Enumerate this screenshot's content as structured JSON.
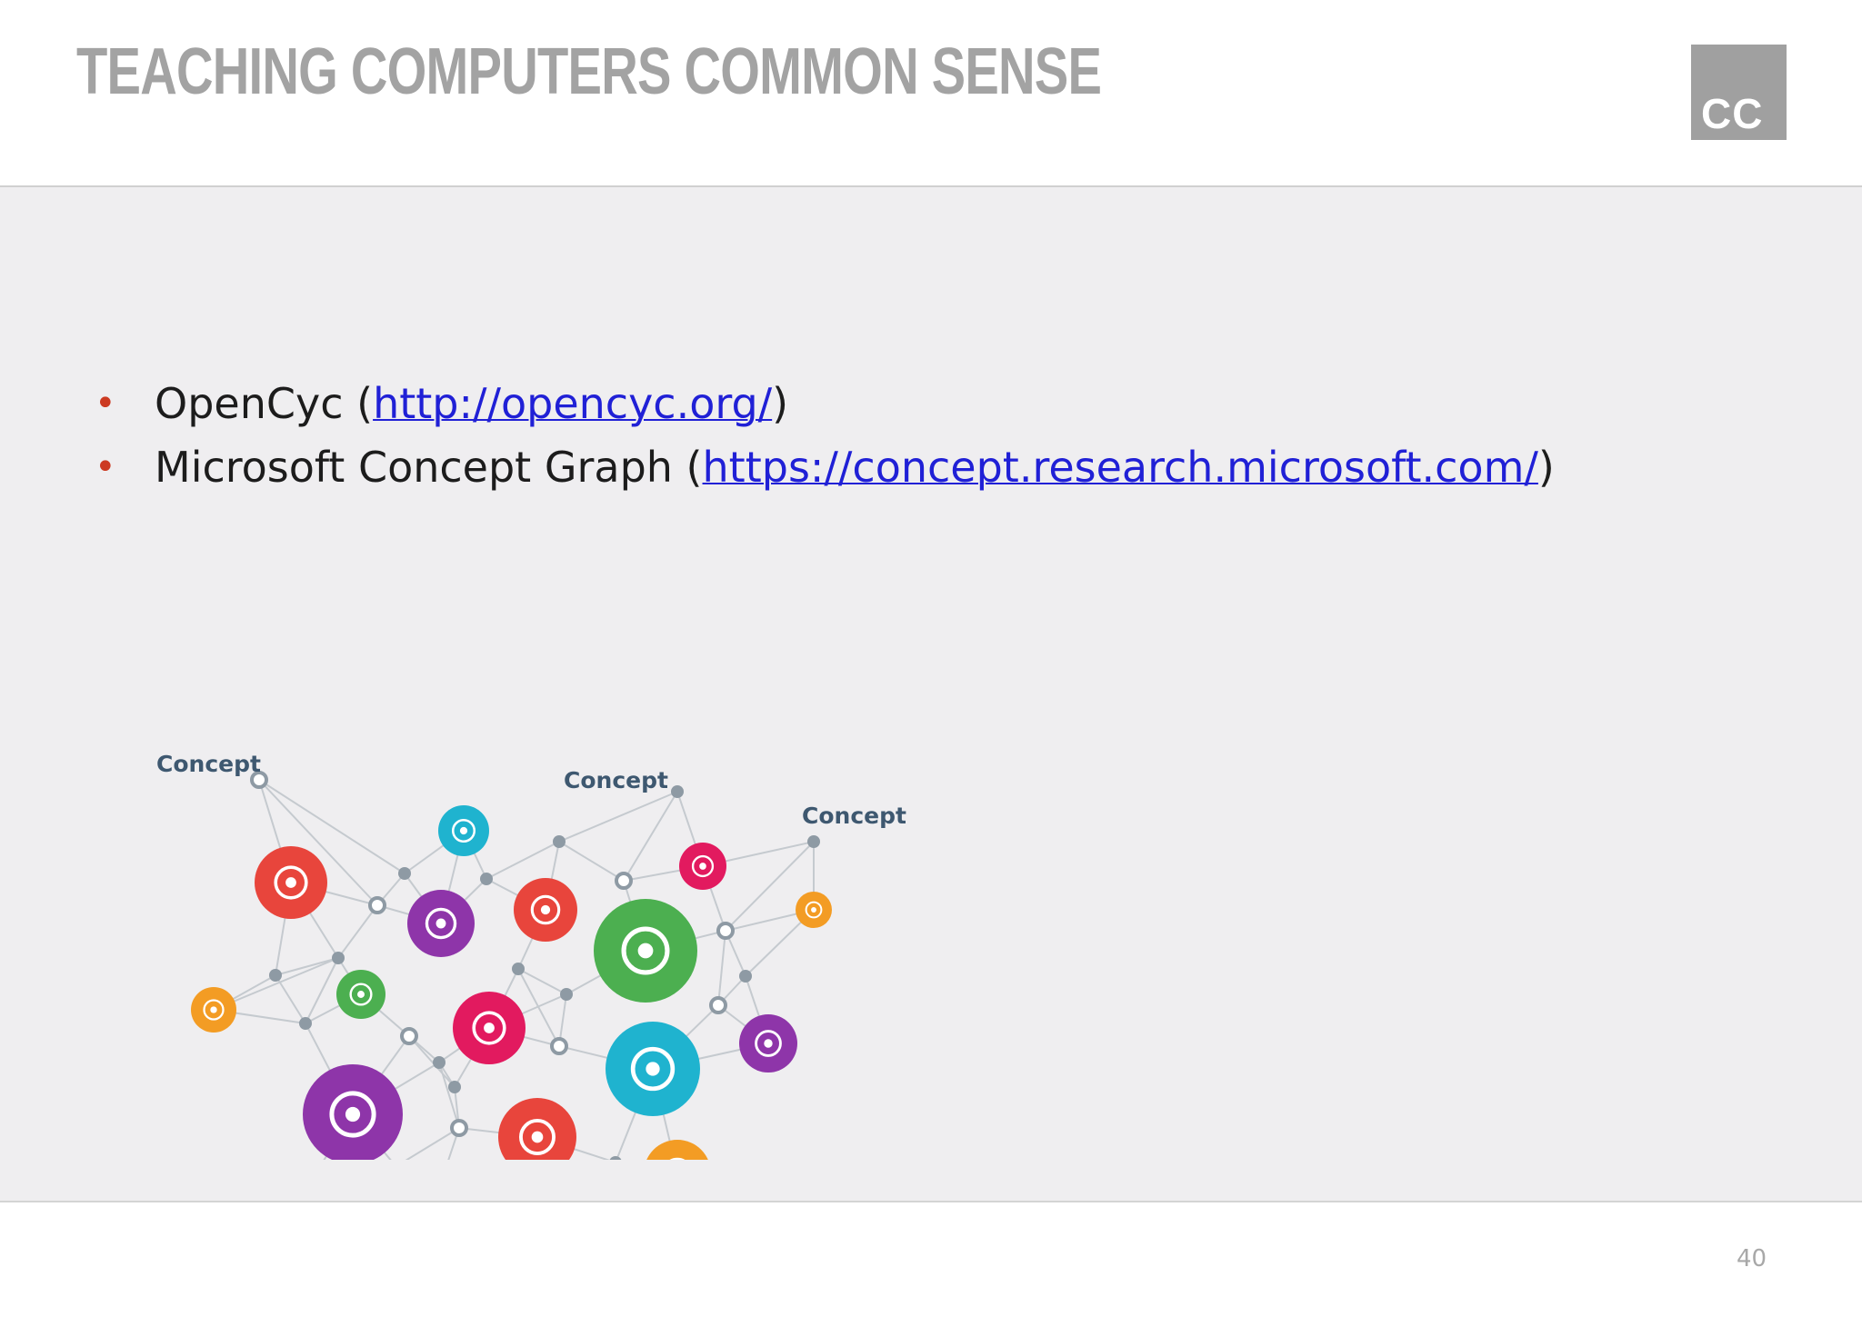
{
  "header": {
    "title": "TEACHING COMPUTERS COMMON SENSE",
    "logo_text": "CC"
  },
  "bullets": [
    {
      "name": "OpenCyc",
      "open": " (",
      "url": "http://opencyc.org/",
      "close": ")"
    },
    {
      "name": "Microsoft Concept Graph",
      "open": " (",
      "url": "https://concept.research.microsoft.com/",
      "close": ")"
    }
  ],
  "graph": {
    "concept_label": "Concept",
    "colors": {
      "red": "#e8453c",
      "purple": "#8e35a9",
      "teal": "#1fb3cf",
      "green": "#4caf50",
      "orange": "#f39c24",
      "pink": "#e21a5f",
      "node": "#8e9aa4",
      "edge": "#c5cacf"
    },
    "icons": [
      "moon-icon",
      "cat-icon",
      "apple-icon",
      "bus-icon",
      "fuel-icon",
      "windows-icon",
      "ie-icon",
      "phone-icon",
      "dog-icon",
      "mouse-icon",
      "soccer-ball-icon",
      "citrus-icon",
      "hamster-icon",
      "tram-icon",
      "bat-icon",
      "usb-icon",
      "pill-icon"
    ]
  },
  "footer": {
    "page_number": "40"
  }
}
